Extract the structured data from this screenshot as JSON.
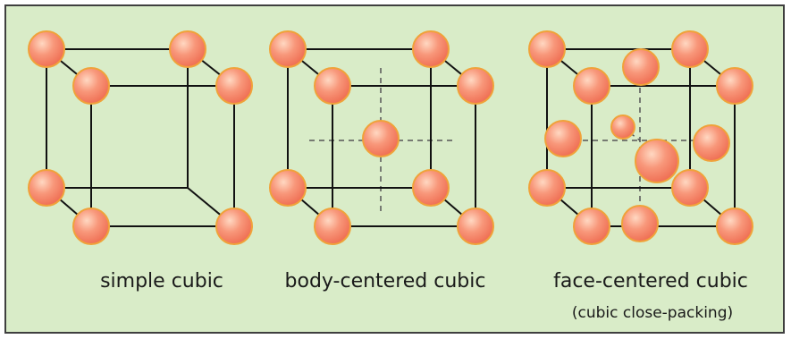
{
  "colors": {
    "panel_background": "#d9ecc8",
    "edge": "#111111",
    "hidden_axis": "#555555",
    "atom_fill": "#f5876a",
    "atom_highlight": "#ffd1b8",
    "atom_rim": "#f0a23a"
  },
  "structures": [
    {
      "key": "simple",
      "label": "simple cubic",
      "sublabel": ""
    },
    {
      "key": "bcc",
      "label": "body-centered cubic",
      "sublabel": ""
    },
    {
      "key": "fcc",
      "label": "face-centered cubic",
      "sublabel": "(cubic close-packing)"
    }
  ]
}
